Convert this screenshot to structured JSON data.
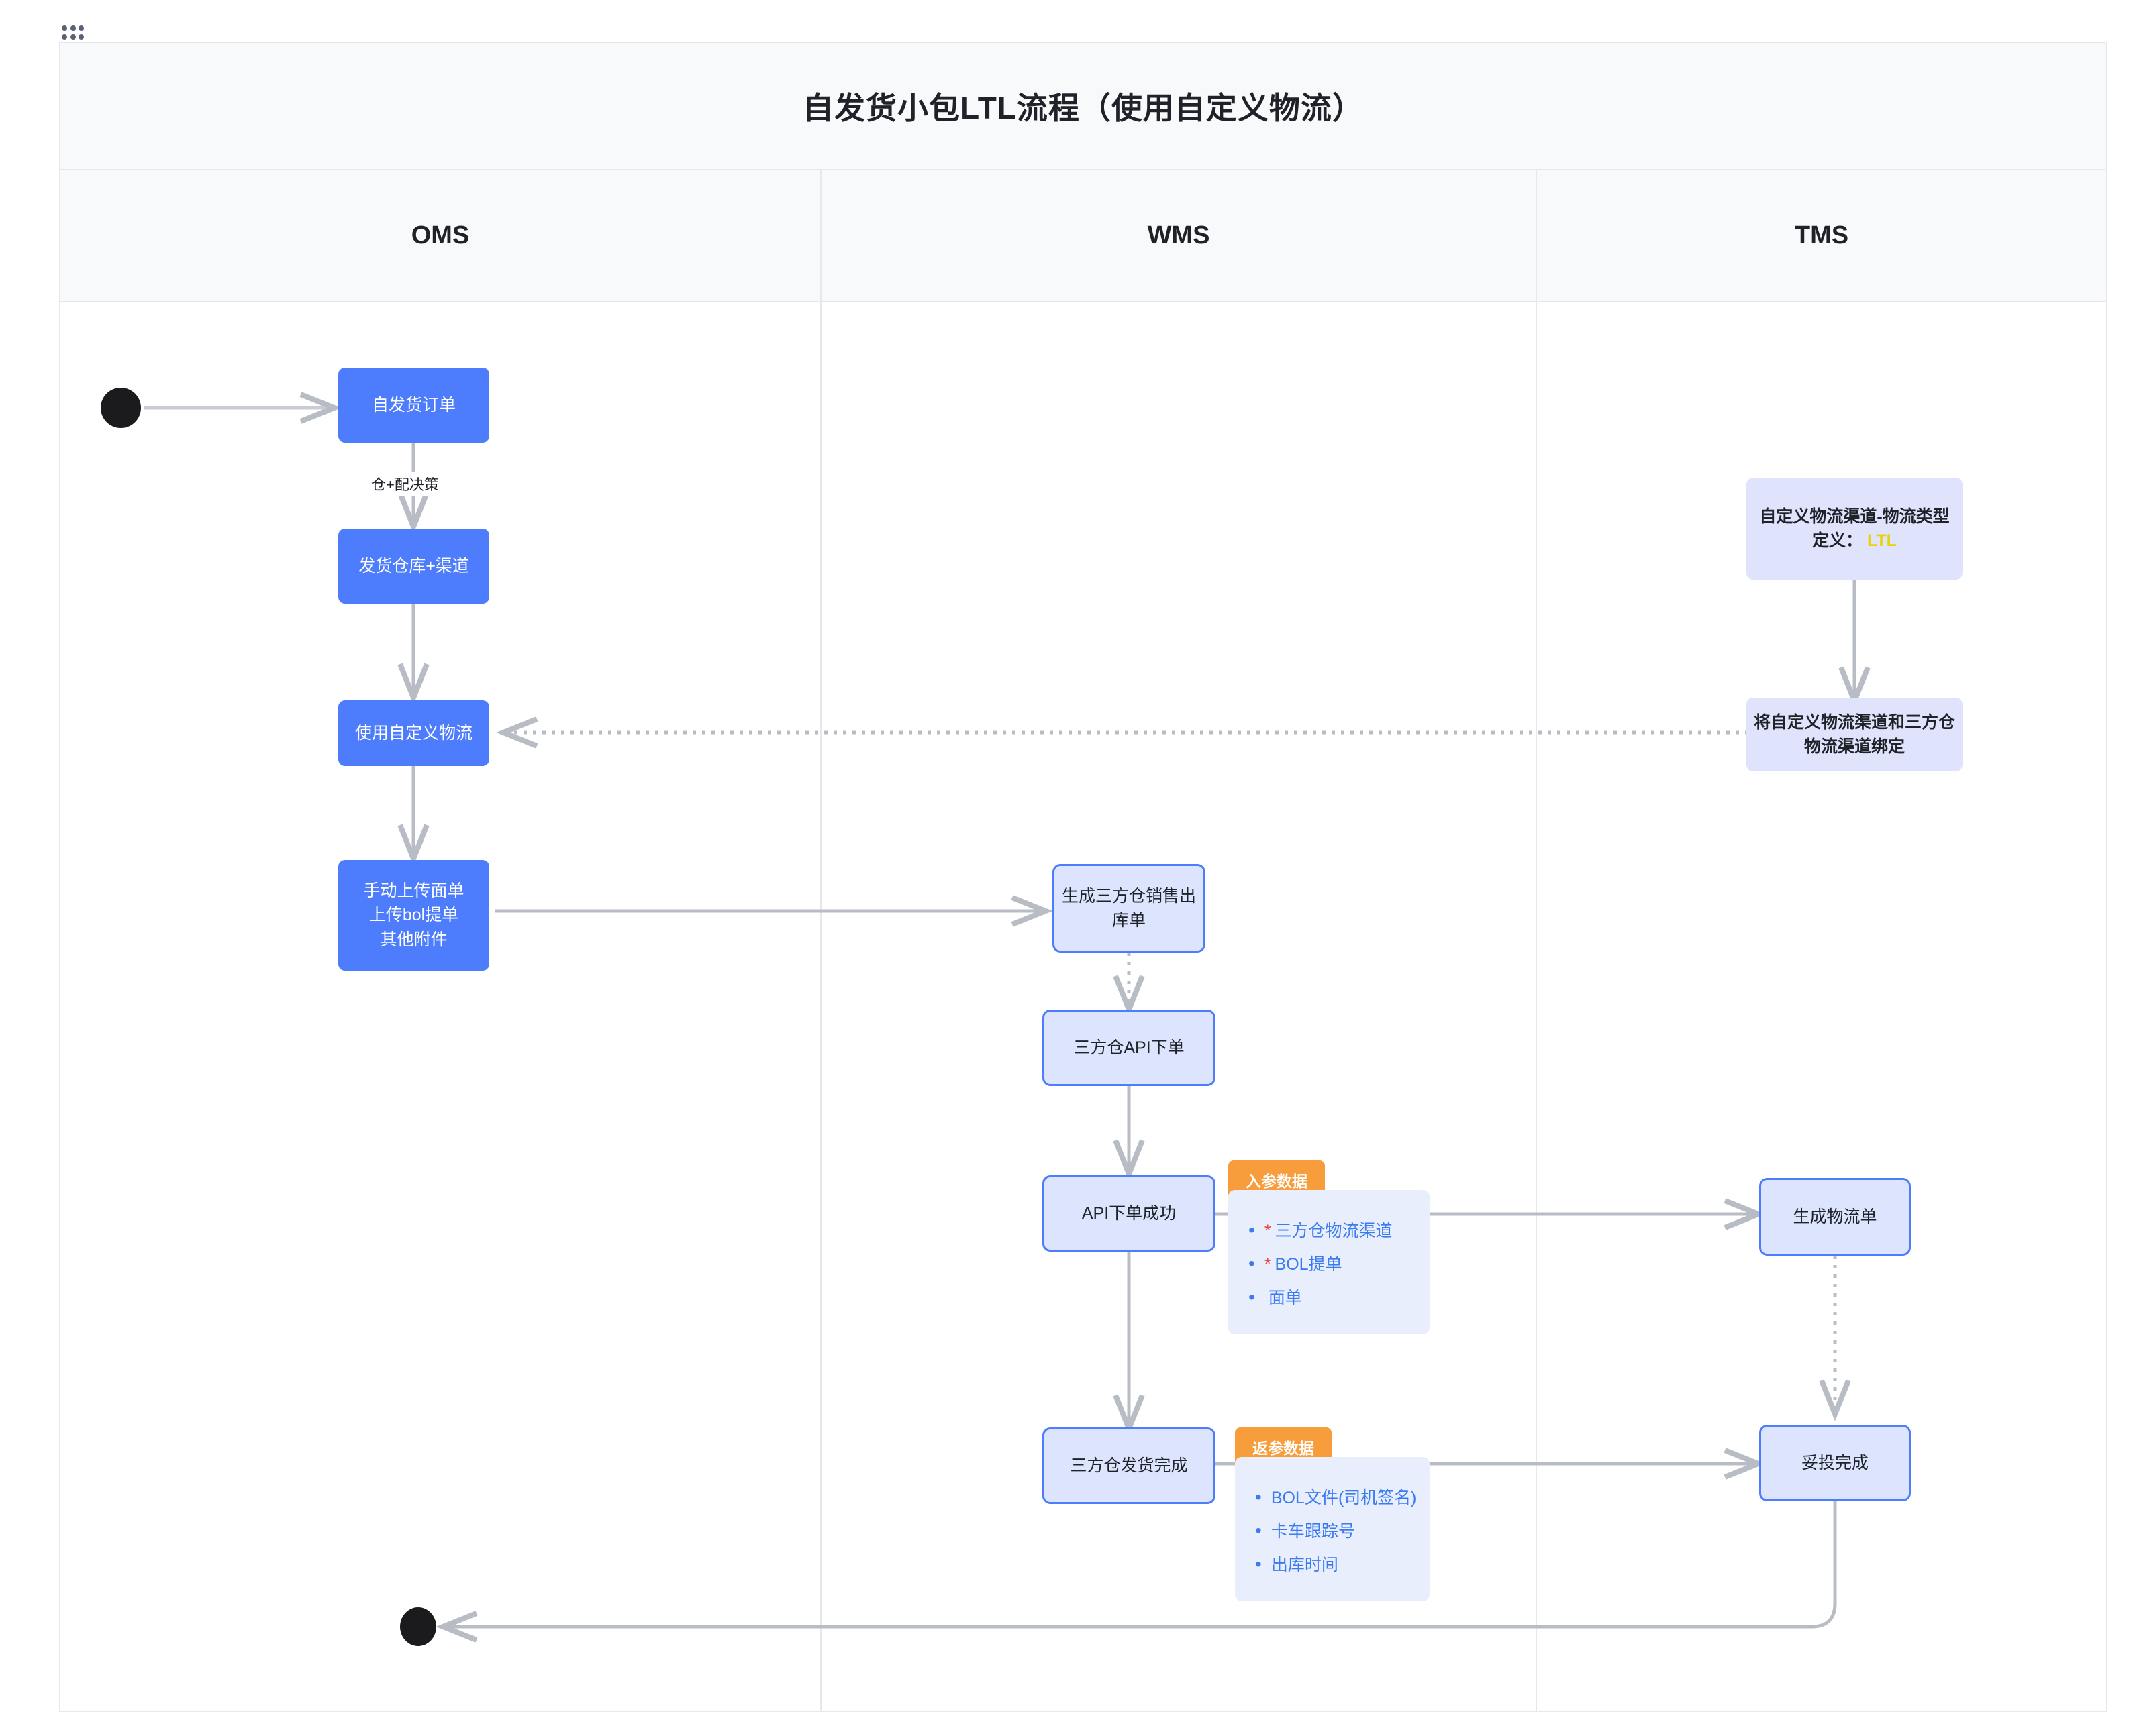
{
  "window": {
    "drag_handle_icon": "grid-dots-icon"
  },
  "diagram": {
    "title": "自发货小包LTL流程（使用自定义物流）",
    "lanes": [
      {
        "id": "oms",
        "label": "OMS"
      },
      {
        "id": "wms",
        "label": "WMS"
      },
      {
        "id": "tms",
        "label": "TMS"
      }
    ],
    "oms_nodes": [
      {
        "id": "oms-1",
        "text": "自发货订单"
      },
      {
        "id": "oms-2",
        "text": "发货仓库+渠道"
      },
      {
        "id": "oms-3",
        "text": "使用自定义物流"
      },
      {
        "id": "oms-4",
        "line1": "手动上传面单",
        "line2": "上传bol提单",
        "line3": "其他附件"
      }
    ],
    "wms_nodes": [
      {
        "id": "wms-1",
        "line1": "生成三方仓销售出",
        "line2": "库单"
      },
      {
        "id": "wms-2",
        "text": "三方仓API下单"
      },
      {
        "id": "wms-3",
        "text": "API下单成功"
      },
      {
        "id": "wms-4",
        "text": "三方仓发货完成"
      }
    ],
    "tms_nodes": [
      {
        "id": "tms-1",
        "line1": "自定义物流渠道-物流类型",
        "line2_prefix": "定义：",
        "line2_value": "LTL"
      },
      {
        "id": "tms-2",
        "line1": "将自定义物流渠道和三方仓",
        "line2": "物流渠道绑定"
      },
      {
        "id": "tms-3",
        "text": "生成物流单"
      },
      {
        "id": "tms-4",
        "text": "妥投完成"
      }
    ],
    "edge_labels": [
      {
        "id": "edge-1",
        "text": "仓+配决策"
      }
    ],
    "callouts": [
      {
        "id": "callout-in",
        "caption": "入参数据",
        "items": [
          {
            "required": "*",
            "text": "三方仓物流渠道"
          },
          {
            "required": "*",
            "text": "BOL提单"
          },
          {
            "required": "",
            "text": "面单"
          }
        ]
      },
      {
        "id": "callout-out",
        "caption": "返参数据",
        "items": [
          {
            "required": "",
            "text": "BOL文件(司机签名)"
          },
          {
            "required": "",
            "text": "卡车跟踪号"
          },
          {
            "required": "",
            "text": "出库时间"
          }
        ]
      }
    ],
    "colors": {
      "oms_fill": "#4d7cfd",
      "wms_fill": "#dce5fd",
      "wms_border": "#4d7cfd",
      "tms_fill": "#dfe4fc",
      "caption_fill": "#f79d3c",
      "callout_fill": "#e8eefb",
      "link_text": "#3b7bf2",
      "required_mark": "#f04040",
      "highlight_ltl": "#e8d30b",
      "wire": "#b8bcc4",
      "endpoint": "#1b1b1d"
    }
  }
}
